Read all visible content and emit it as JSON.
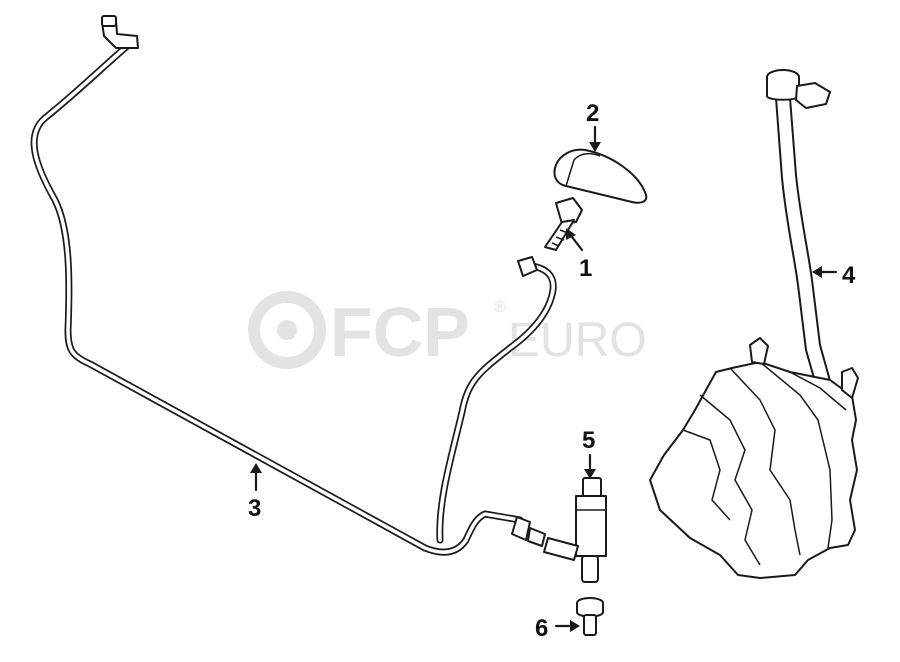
{
  "watermark": {
    "brand": "FCP",
    "suffix": "EURO",
    "registered_mark": "®"
  },
  "callouts": [
    {
      "id": "1",
      "label": "1"
    },
    {
      "id": "2",
      "label": "2"
    },
    {
      "id": "3",
      "label": "3"
    },
    {
      "id": "4",
      "label": "4"
    },
    {
      "id": "5",
      "label": "5"
    },
    {
      "id": "6",
      "label": "6"
    }
  ],
  "colors": {
    "ink": "#1a1a1a",
    "watermark": "#e3e3e3",
    "background": "#ffffff"
  }
}
